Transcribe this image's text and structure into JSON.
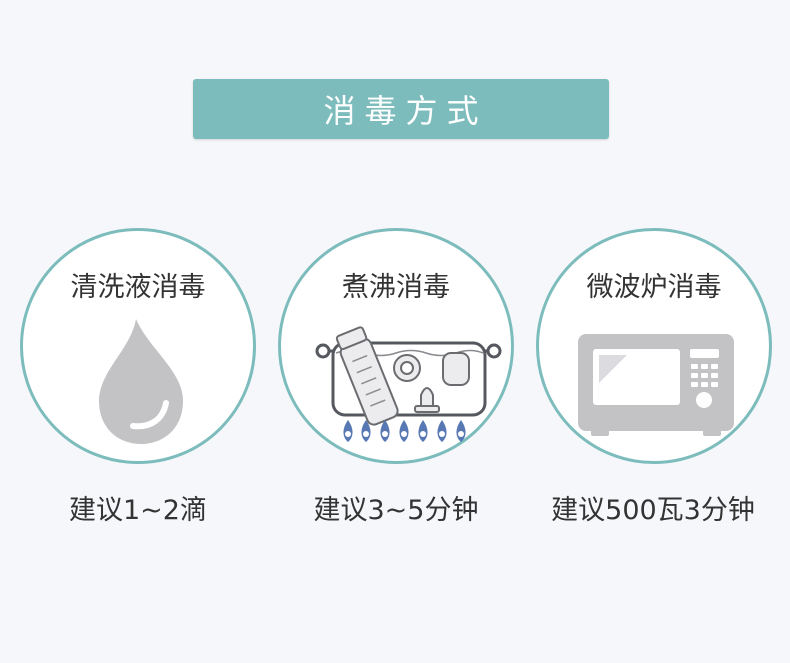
{
  "header": {
    "title": "消毒方式"
  },
  "methods": [
    {
      "title": "清洗液消毒",
      "caption": "建议1~2滴",
      "icon": "water-drop-icon"
    },
    {
      "title": "煮沸消毒",
      "caption": "建议3~5分钟",
      "icon": "boiling-pot-icon"
    },
    {
      "title": "微波炉消毒",
      "caption": "建议500瓦3分钟",
      "icon": "microwave-icon"
    }
  ],
  "colors": {
    "accent": "#7dbcbc",
    "background": "#f5f7fa",
    "icon_gray": "#c3c3c6",
    "flame_blue": "#5878b4"
  }
}
